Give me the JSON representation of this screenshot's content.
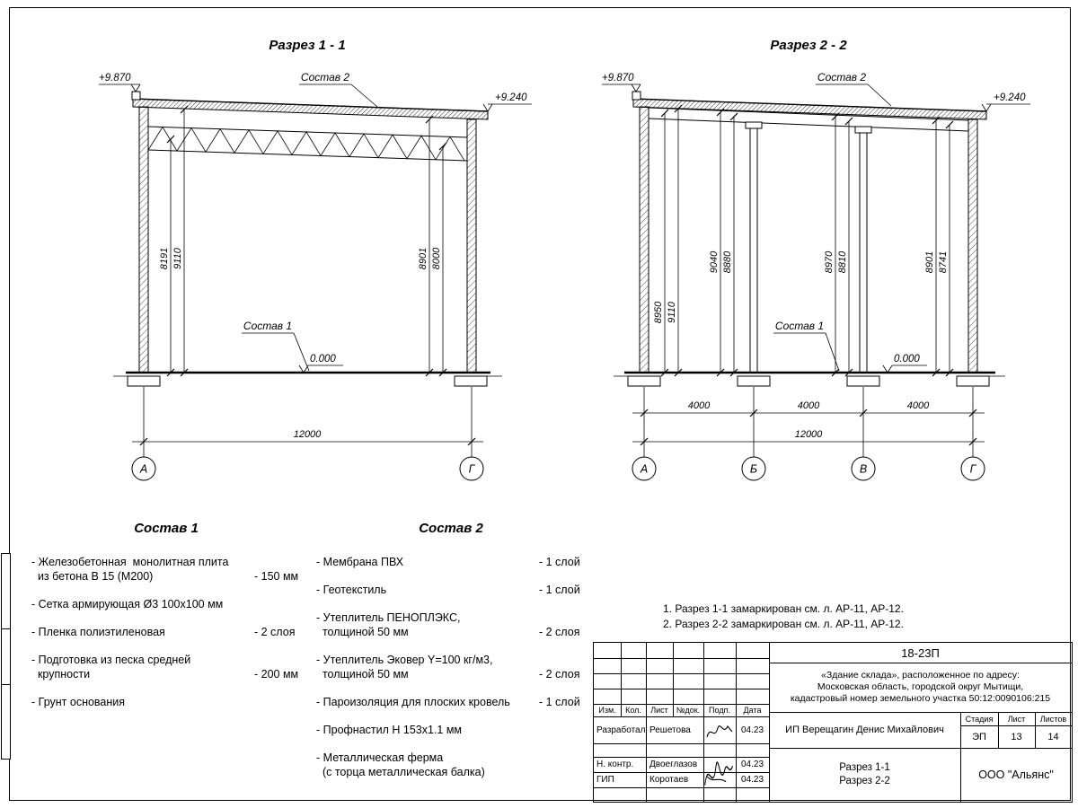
{
  "s1": {
    "title": "Разрез 1 - 1",
    "lvl_left": "+9.870",
    "lvl_right": "+9.240",
    "lvl_zero": "0.000",
    "lbl_sostav2": "Состав 2",
    "lbl_sostav1": "Состав 1",
    "d1": "8191",
    "d2": "9110",
    "d3": "8901",
    "d4": "8000",
    "total": "12000",
    "ax1": "А",
    "ax2": "Г"
  },
  "s2": {
    "title": "Разрез 2 - 2",
    "lvl_left": "+9.870",
    "lvl_right": "+9.240",
    "lvl_zero": "0.000",
    "lbl_sostav2": "Состав 2",
    "lbl_sostav1": "Состав 1",
    "d1": "8950",
    "d2": "9110",
    "d3": "9040",
    "d4": "8880",
    "d5": "8970",
    "d6": "8810",
    "d7": "8901",
    "d8": "8741",
    "span1": "4000",
    "span2": "4000",
    "span3": "4000",
    "total": "12000",
    "ax1": "А",
    "ax2": "Б",
    "ax3": "В",
    "ax4": "Г"
  },
  "list1": {
    "title": "Состав 1",
    "items": [
      {
        "text": "- Железобетонная  монолитная плита\n  из бетона В 15 (М200)",
        "value": "- 150 мм"
      },
      {
        "text": "- Сетка армирующая Ø3 100х100 мм",
        "value": ""
      },
      {
        "text": "- Пленка полиэтиленовая",
        "value": "- 2 слоя"
      },
      {
        "text": "- Подготовка из песка средней\n  крупности",
        "value": "- 200 мм"
      },
      {
        "text": "- Грунт основания",
        "value": ""
      }
    ]
  },
  "list2": {
    "title": "Состав 2",
    "items": [
      {
        "text": "- Мембрана ПВХ",
        "value": "- 1 слой"
      },
      {
        "text": "- Геотекстиль",
        "value": "- 1 слой"
      },
      {
        "text": "- Утеплитель ПЕНОПЛЭКС,\n  толщиной 50 мм",
        "value": "- 2 слоя"
      },
      {
        "text": "- Утеплитель Эковер Y=100 кг/м3,\n  толщиной 50 мм",
        "value": "- 2 слоя"
      },
      {
        "text": "- Пароизоляция для плоских кровель",
        "value": "- 1 слой"
      },
      {
        "text": "- Профнастил Н 153х1.1 мм",
        "value": ""
      },
      {
        "text": "- Металлическая ферма\n  (с торца металлическая балка)",
        "value": ""
      }
    ]
  },
  "notes": {
    "n1": "1. Разрез 1-1 замаркирован см. л. АР-11, АР-12.",
    "n2": "2. Разрез 2-2 замаркирован см. л. АР-11, АР-12."
  },
  "tb": {
    "code": "18-23П",
    "obj1": "«Здание склада», расположенное по адресу:",
    "obj2": "Московская область, городской округ Мытищи,",
    "obj3": "кадастровый номер земельного участка 50:12:0090106:215",
    "h_izm": "Изм.",
    "h_kol": "Кол.",
    "h_list": "Лист",
    "h_ndok": "№док.",
    "h_podp": "Подп.",
    "h_data": "Дата",
    "r1_role": "Разработал",
    "r1_name": "Решетова",
    "r1_date": "04.23",
    "r2_role": "Н. контр.",
    "r2_name": "Двоеглазов",
    "r2_date": "04.23",
    "r3_role": "ГИП",
    "r3_name": "Коротаев",
    "r3_date": "04.23",
    "client": "ИП Верещагин Денис Михайлович",
    "h_stage": "Стадия",
    "h_sheet": "Лист",
    "h_sheets": "Листов",
    "stage": "ЭП",
    "sheet": "13",
    "sheets": "14",
    "dt1": "Разрез 1-1",
    "dt2": "Разрез 2-2",
    "company": "ООО \"Альянс\""
  }
}
